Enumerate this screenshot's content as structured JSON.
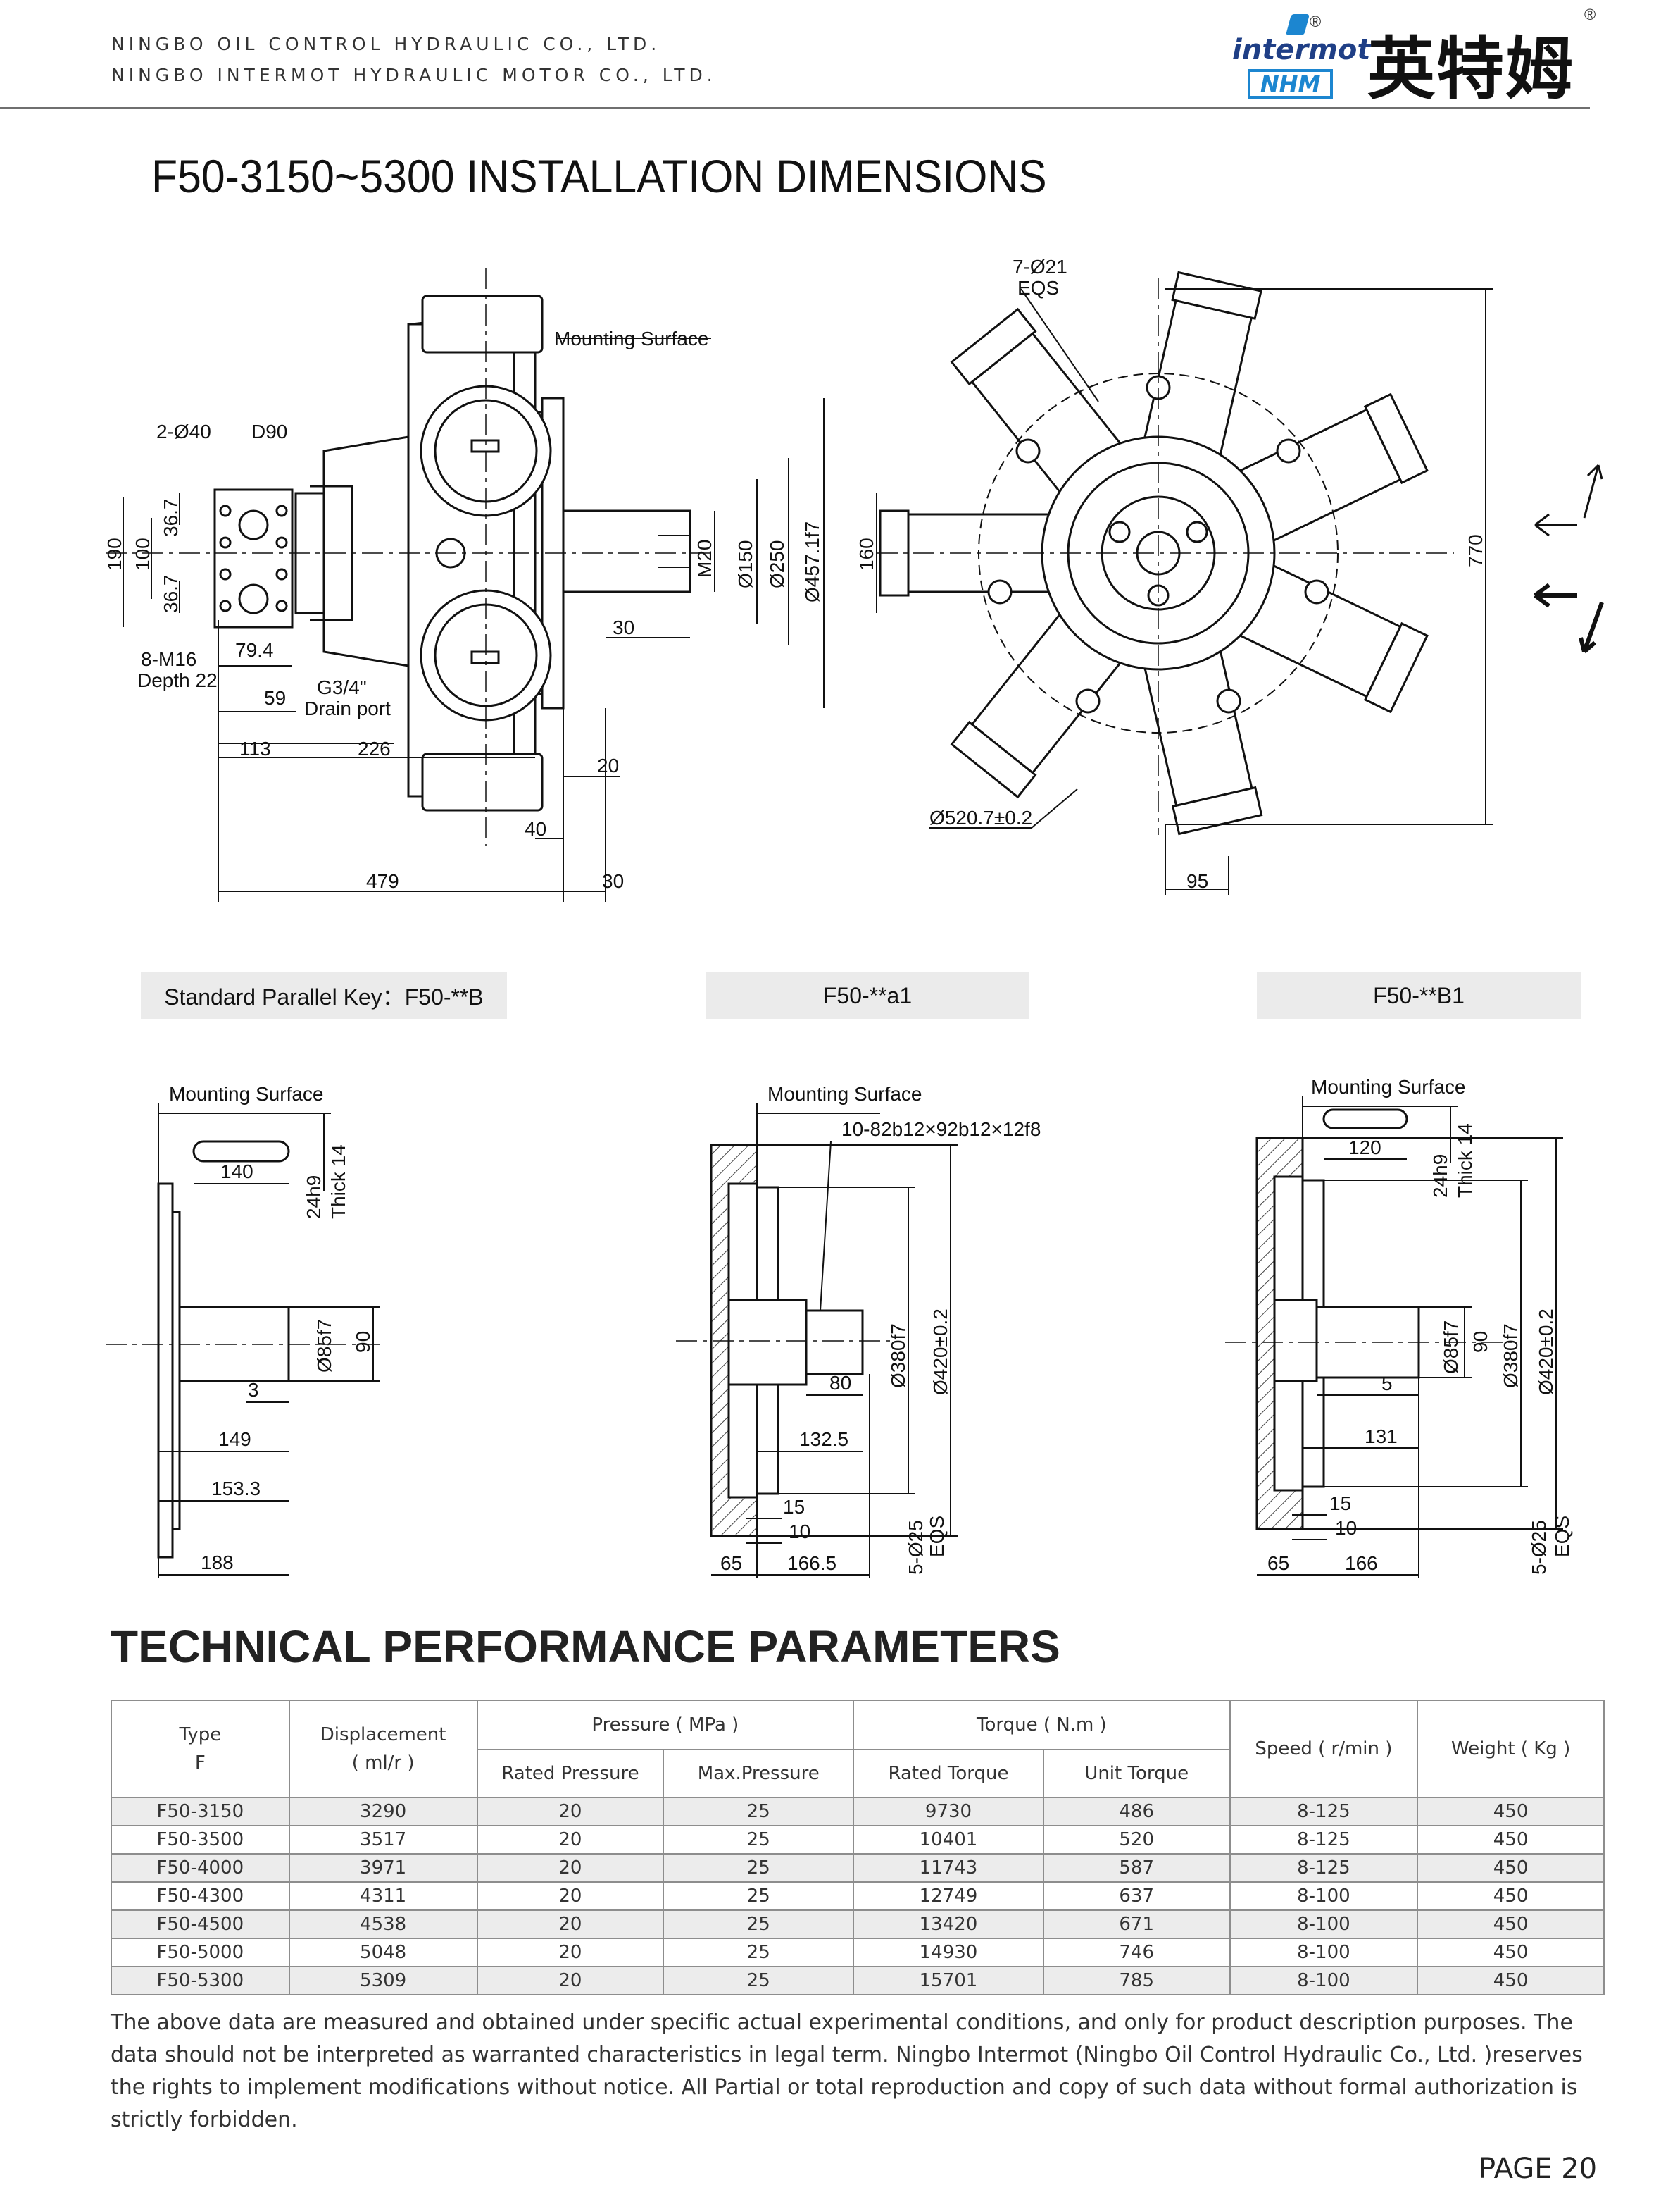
{
  "header": {
    "company_1": "NINGBO OIL CONTROL HYDRAULIC CO., LTD.",
    "company_2": "NINGBO INTERMOT HYDRAULIC MOTOR CO., LTD.",
    "logo_word": "intermot",
    "logo_badge": "NHM",
    "brand_cn": "英特姆",
    "registered": "®"
  },
  "title": "F50-3150~5300  INSTALLATION DIMENSIONS",
  "drawing_main": {
    "mounting_surface": "Mounting Surface",
    "eqs_holes": "7-Ø21",
    "eqs": "EQS",
    "holes_2": "2-Ø40",
    "d90": "D90",
    "m16": "8-M16",
    "depth": "Depth 22",
    "g34": "G3/4\"",
    "drain": "Drain port",
    "dims": {
      "d190": "190",
      "d100": "100",
      "d36a": "36.7",
      "d36b": "36.7",
      "d79": "79.4",
      "d59": "59",
      "d113": "113",
      "d226": "226",
      "d30a": "30",
      "d20": "20",
      "d40": "40",
      "d479": "479",
      "d30b": "30",
      "m20": "M20",
      "o150": "Ø150",
      "o250": "Ø250",
      "o457": "Ø457.1f7",
      "d160": "160",
      "d770": "770",
      "o520": "Ø520.7±0.2",
      "d95": "95"
    }
  },
  "variants": {
    "a_label": "Standard Parallel Key：F50-**B",
    "b_label": "F50-**a1",
    "c_label": "F50-**B1"
  },
  "drawing_a": {
    "mounting_surface": "Mounting Surface",
    "d140": "140",
    "key": "24h9",
    "thick": "Thick 14",
    "o85": "Ø85f7",
    "d90": "90",
    "d3": "3",
    "d149": "149",
    "d153": "153.3",
    "d188": "188"
  },
  "drawing_b": {
    "mounting_surface": "Mounting Surface",
    "spline": "10-82b12×92b12×12f8",
    "o380": "Ø380f7",
    "o420": "Ø420±0.2",
    "d80": "80",
    "d132": "132.5",
    "d15": "15",
    "d10": "10",
    "d65": "65",
    "d166": "166.5",
    "holes": "5-Ø25",
    "eqs": "EQS"
  },
  "drawing_c": {
    "mounting_surface": "Mounting Surface",
    "d120": "120",
    "key": "24h9",
    "thick": "Thick 14",
    "o85": "Ø85f7",
    "d90": "90",
    "o380": "Ø380f7",
    "o420": "Ø420±0.2",
    "d5": "5",
    "d131": "131",
    "d15": "15",
    "d10": "10",
    "d65": "65",
    "d166": "166",
    "holes": "5-Ø25",
    "eqs": "EQS"
  },
  "params": {
    "title": "TECHNICAL PERFORMANCE PARAMETERS",
    "h_type": "Type",
    "h_type_sub": "F",
    "h_disp": "Displacement",
    "h_disp_unit": "( ml/r )",
    "h_pressure": "Pressure ( MPa )",
    "h_rated_p": "Rated Pressure",
    "h_max_p": "Max.Pressure",
    "h_torque": "Torque ( N.m )",
    "h_rated_t": "Rated Torque",
    "h_unit_t": "Unit Torque",
    "h_speed": "Speed ( r/min )",
    "h_weight": "Weight ( Kg )",
    "rows": [
      [
        "F50-3150",
        "3290",
        "20",
        "25",
        "9730",
        "486",
        "8-125",
        "450"
      ],
      [
        "F50-3500",
        "3517",
        "20",
        "25",
        "10401",
        "520",
        "8-125",
        "450"
      ],
      [
        "F50-4000",
        "3971",
        "20",
        "25",
        "11743",
        "587",
        "8-125",
        "450"
      ],
      [
        "F50-4300",
        "4311",
        "20",
        "25",
        "12749",
        "637",
        "8-100",
        "450"
      ],
      [
        "F50-4500",
        "4538",
        "20",
        "25",
        "13420",
        "671",
        "8-100",
        "450"
      ],
      [
        "F50-5000",
        "5048",
        "20",
        "25",
        "14930",
        "746",
        "8-100",
        "450"
      ],
      [
        "F50-5300",
        "5309",
        "20",
        "25",
        "15701",
        "785",
        "8-100",
        "450"
      ]
    ]
  },
  "footnote": "The above data are measured and obtained under specific actual experimental conditions, and only for product description purposes. The data should not be interpreted as warranted characteristics in legal term. Ningbo Intermot (Ningbo Oil Control Hydraulic Co., Ltd. )reserves the rights to implement modifications without notice. All Partial or total reproduction and copy of such data without formal authorization is strictly forbidden.",
  "page": "PAGE 20"
}
